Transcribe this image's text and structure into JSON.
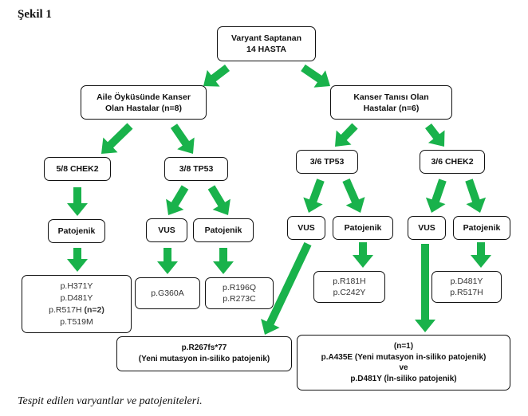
{
  "figure_label": "Şekil 1",
  "caption": "Tespit edilen varyantlar ve patojeniteleri.",
  "colors": {
    "arrow": "#19b24b",
    "border": "#111111"
  },
  "nodes": {
    "root": {
      "line1": "Varyant Saptanan",
      "line2": "14 HASTA"
    },
    "family": {
      "line1": "Aile Öyküsünde Kanser",
      "line2": "Olan Hastalar (n=8)"
    },
    "cancer": {
      "line1": "Kanser Tanısı Olan",
      "line2": "Hastalar (n=6)"
    },
    "fam_chek2": {
      "label": "5/8 CHEK2"
    },
    "fam_tp53": {
      "label": "3/8 TP53"
    },
    "can_tp53": {
      "label": "3/6 TP53"
    },
    "can_chek2": {
      "label": "3/6 CHEK2"
    },
    "fam_chek2_pat": {
      "label": "Patojenik"
    },
    "fam_tp53_vus": {
      "label": "VUS"
    },
    "fam_tp53_pat": {
      "label": "Patojenik"
    },
    "can_tp53_vus": {
      "label": "VUS"
    },
    "can_tp53_pat": {
      "label": "Patojenik"
    },
    "can_chek2_vus": {
      "label": "VUS"
    },
    "can_chek2_pat": {
      "label": "Patojenik"
    },
    "leaf_chek2_fam": {
      "l1": "p.H371Y",
      "l2": "p.D481Y",
      "l3": "p.R517H",
      "l3b": "(n=2)",
      "l4": "p.T519M"
    },
    "leaf_g360a": {
      "l1": "p.G360A"
    },
    "leaf_r196q": {
      "l1": "p.R196Q",
      "l2": "p.R273C"
    },
    "leaf_r181h": {
      "l1": "p.R181H",
      "l2": "p.C242Y"
    },
    "leaf_d481y": {
      "l1": "p.D481Y",
      "l2": "p.R517H"
    },
    "leaf_r267": {
      "l1": "p.R267fs*77",
      "l2": "(Yeni mutasyon in-siliko patojenik)"
    },
    "leaf_a435e": {
      "l1": "(n=1)",
      "l2": "p.A435E (Yeni mutasyon in-siliko patojenik)",
      "l3": "ve",
      "l4": "p.D481Y (İn-siliko patojenik)"
    }
  }
}
